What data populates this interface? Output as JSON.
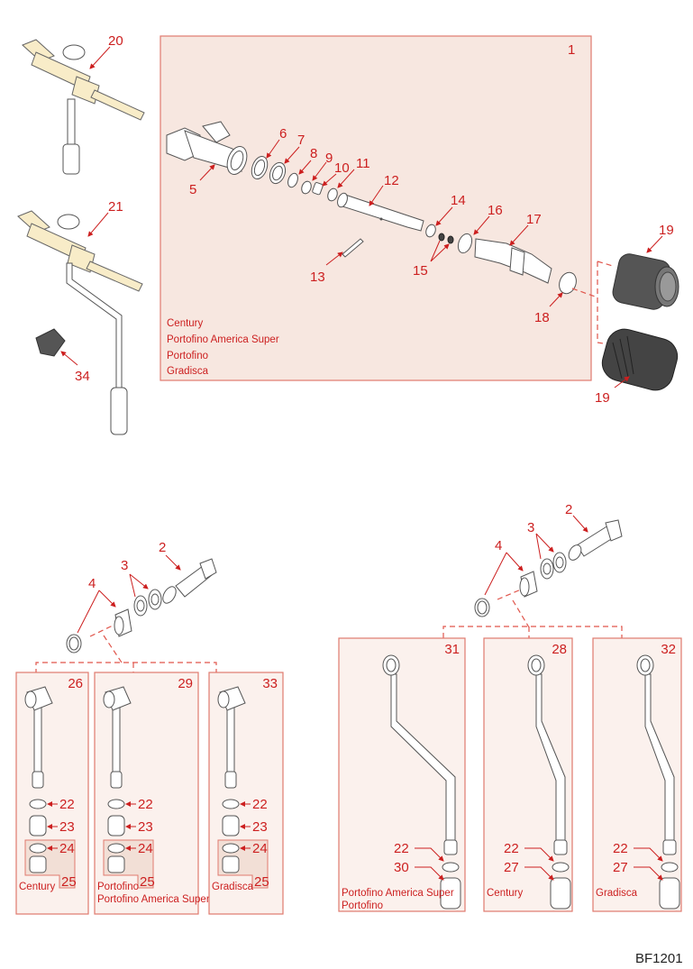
{
  "diagram": {
    "code": "BF1201",
    "colors": {
      "label": "#cc1f1f",
      "box_fill": "#f7e7e0",
      "box_stroke": "#e07a6e"
    },
    "top_assembly": {
      "box_number": "1",
      "models": [
        "Century",
        "Portofino America Super",
        "Portofino",
        "Gradisca"
      ],
      "callouts": [
        "5",
        "6",
        "7",
        "8",
        "9",
        "10",
        "11",
        "12",
        "13",
        "14",
        "15",
        "16",
        "17",
        "18"
      ]
    },
    "outside_parts": {
      "valve_a": "20",
      "valve_b": "21",
      "clip": "34",
      "knob_top": "19",
      "knob_bottom": "19"
    },
    "left_group": {
      "fittings": {
        "bolt": "2",
        "washers": "3",
        "cones": "4"
      },
      "panels": [
        {
          "number": "26",
          "models": [
            "Century"
          ],
          "parts": [
            "22",
            "23",
            "24",
            "25"
          ]
        },
        {
          "number": "29",
          "models": [
            "Portofino",
            "Portofino America Super"
          ],
          "parts": [
            "22",
            "23",
            "24",
            "25"
          ]
        },
        {
          "number": "33",
          "models": [
            "Gradisca"
          ],
          "parts": [
            "22",
            "23",
            "24",
            "25"
          ]
        }
      ]
    },
    "right_group": {
      "fittings": {
        "bolt": "2",
        "washers": "3",
        "cones": "4"
      },
      "panels": [
        {
          "number": "31",
          "models": [
            "Portofino America Super",
            "Portofino"
          ],
          "parts": [
            "22",
            "30"
          ]
        },
        {
          "number": "28",
          "models": [
            "Century"
          ],
          "parts": [
            "22",
            "27"
          ]
        },
        {
          "number": "32",
          "models": [
            "Gradisca"
          ],
          "parts": [
            "22",
            "27"
          ]
        }
      ]
    }
  }
}
